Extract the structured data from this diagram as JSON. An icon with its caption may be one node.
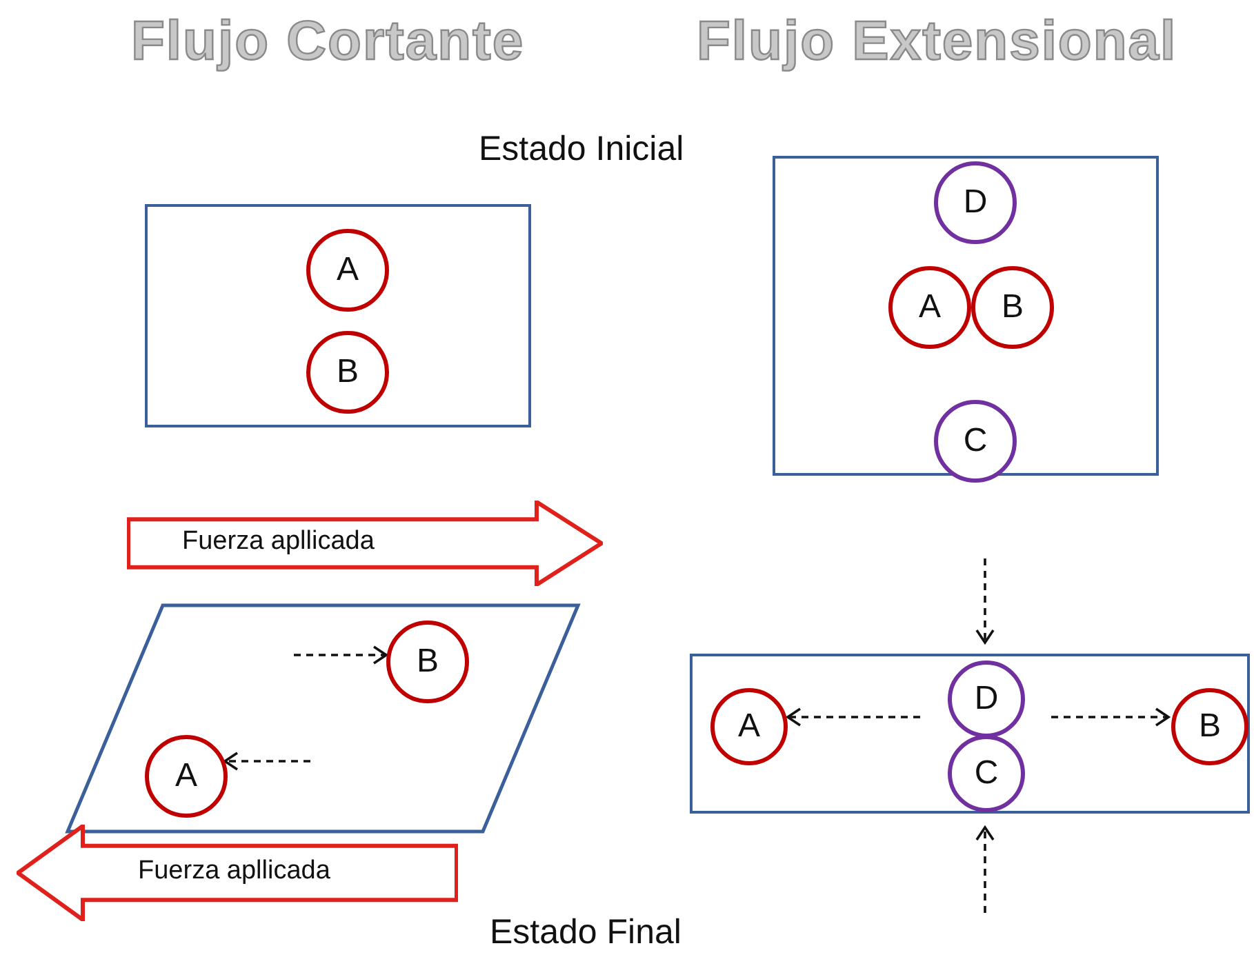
{
  "diagram": {
    "nodes": [
      {
        "text": [],
        "shape": "box"
      },
      {
        "text": [
          "A"
        ],
        "in": 0
      },
      {
        "text": [
          "B"
        ],
        "in": 0
      },
      {
        "text": [
          "Fuerza apllicada"
        ]
      },
      {
        "text": [],
        "shape": "parallelogram"
      },
      {
        "text": [
          "B"
        ],
        "in": 4
      },
      {
        "text": [
          "A"
        ],
        "in": 4
      },
      {
        "text": [
          "Fuerza apllicada"
        ]
      },
      {
        "text": [],
        "shape": "box"
      },
      {
        "text": [
          "D"
        ],
        "in": 8
      },
      {
        "text": [
          "A"
        ],
        "in": 8
      },
      {
        "text": [
          "B"
        ],
        "in": 8
      },
      {
        "text": [
          "C"
        ],
        "in": 8
      },
      {
        "text": [],
        "shape": "box"
      },
      {
        "text": [
          "A"
        ],
        "in": 13
      },
      {
        "text": [
          "D"
        ],
        "in": 13
      },
      {
        "text": [
          "C"
        ],
        "in": 13
      },
      {
        "text": [
          "B"
        ],
        "in": 13
      }
    ],
    "labels": [
      "Flujo Cortante",
      "Flujo Extensional",
      "Estado Inicial",
      "Estado Final"
    ]
  }
}
